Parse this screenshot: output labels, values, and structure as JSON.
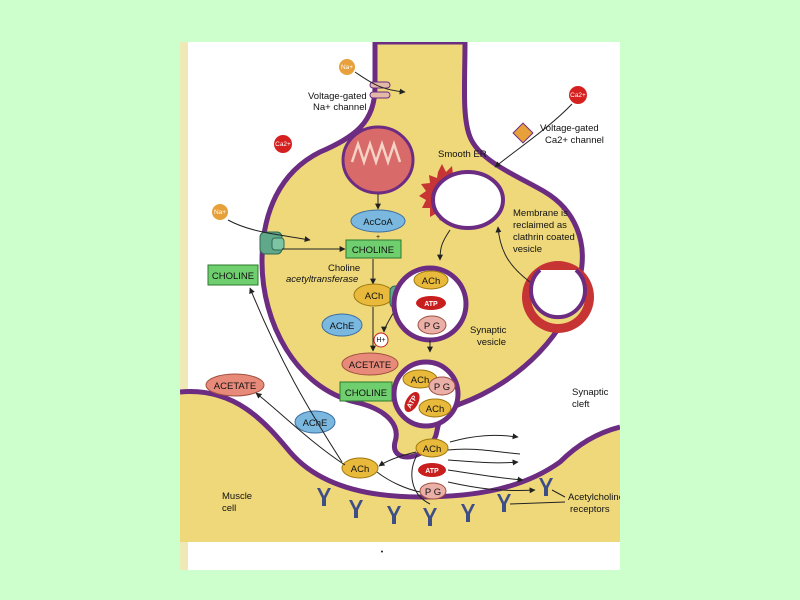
{
  "colors": {
    "slide_background": "#ccffcc",
    "panel_background": "#ffffff",
    "cytoplasm": "#efd87a",
    "membrane": "#6b2c82",
    "mitochondrion": "#d86a6a",
    "choline_box": "#6fcf6f",
    "acetylcoa_oval": "#7ab8e0",
    "ach_oval": "#e8b93a",
    "acetate_oval": "#e88a7a",
    "atp_oval": "#c81e1e",
    "pg_oval": "#eab0a8",
    "calcium_ion": "#d62020",
    "sodium_ion": "#e7a03a",
    "clathrin": "#c73434",
    "receptor": "#3e4f87"
  },
  "ions": {
    "na_top": "Na+",
    "na_left": "Na+",
    "ca_left": "Ca2+",
    "ca_right": "Ca2+",
    "h_plus": "H+"
  },
  "labels": {
    "na_channel_line1": "Voltage-gated",
    "na_channel_line2": "Na+ channel",
    "ca_channel_line1": "Voltage-gated",
    "ca_channel_line2": "Ca2+ channel",
    "smooth_er": "Smooth ER",
    "membrane_reclaimed_line1": "Membrane is",
    "membrane_reclaimed_line2": "reclaimed as",
    "membrane_reclaimed_line3": "clathrin coated",
    "membrane_reclaimed_line4": "vesicle",
    "choline_acetyltransferase_line1": "Choline",
    "choline_acetyltransferase_line2": "acetyltransferase",
    "synaptic_vesicle_line1": "Synaptic",
    "synaptic_vesicle_line2": "vesicle",
    "synaptic_cleft_line1": "Synaptic",
    "synaptic_cleft_line2": "cleft",
    "muscle_cell_line1": "Muscle",
    "muscle_cell_line2": "cell",
    "ach_receptors_line1": "Acetylcholine",
    "ach_receptors_line2": "receptors"
  },
  "molecules": {
    "acetyl_coa": "AcCoA",
    "plus": "+",
    "choline_center": "CHOLINE",
    "choline_left": "CHOLINE",
    "choline_lower": "CHOLINE",
    "ach_cytoplasm": "ACh",
    "ache_inside": "AChE",
    "ache_cleft": "AChE",
    "acetate_inside": "ACETATE",
    "acetate_cleft": "ACETATE",
    "ach_vesicle1": "ACh",
    "atp_vesicle1": "ATP",
    "pg_vesicle1": "P G",
    "ach_vesicle2_a": "ACh",
    "ach_vesicle2_b": "ACh",
    "pg_vesicle2": "P G",
    "atp_vesicle2": "ATP",
    "ach_release": "ACh",
    "atp_release": "ATP",
    "pg_release": "P G",
    "ach_cleft": "ACh"
  },
  "footnote_dot": "•"
}
